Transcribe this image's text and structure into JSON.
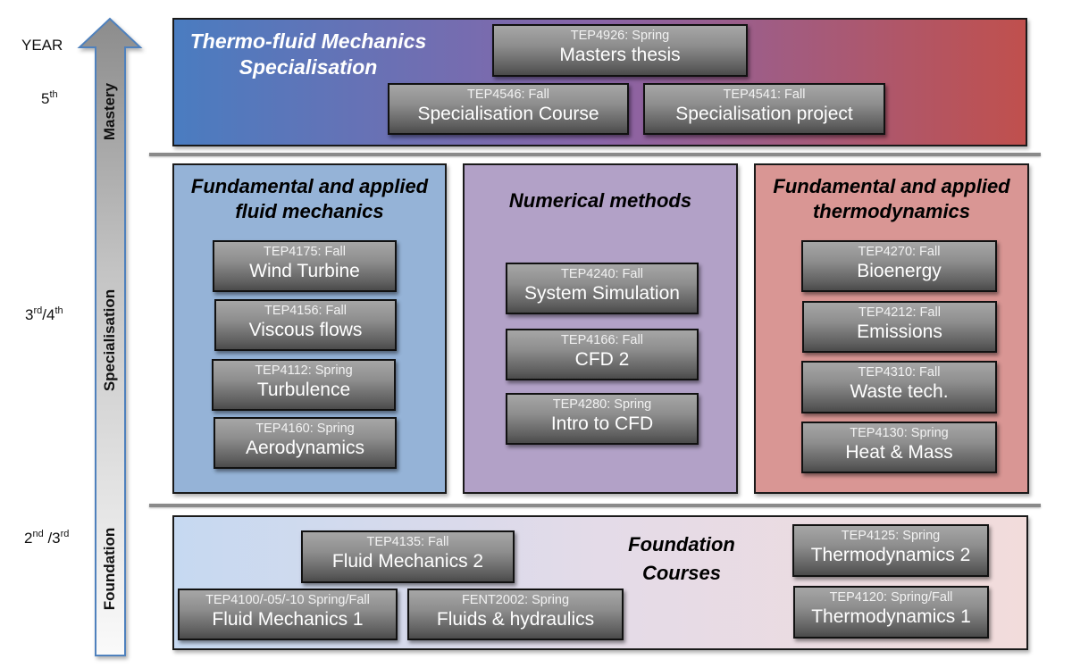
{
  "year_axis": {
    "title": "YEAR",
    "levels": [
      {
        "year": "5",
        "year_sup": "th",
        "stage": "Mastery"
      },
      {
        "year": "3",
        "year_sup": "rd",
        "year2": "/4",
        "year2_sup": "th",
        "stage": "Specialisation"
      },
      {
        "year": "2",
        "year_sup": "nd",
        "year2": " /3",
        "year2_sup": "rd",
        "stage": "Foundation"
      }
    ]
  },
  "colors": {
    "mastery_gradient": [
      "#4a7cc0",
      "#8a65a8",
      "#c0504d"
    ],
    "fluid_panel": "#95b3d7",
    "numerical_panel": "#b2a1c7",
    "thermo_panel": "#d99694",
    "foundation_gradient": [
      "#c6d9f1",
      "#f2dcdb"
    ],
    "arrow_border": "#4f81bd"
  },
  "mastery": {
    "title_line1": "Thermo-fluid Mechanics",
    "title_line2": "Specialisation",
    "courses": [
      {
        "code": "TEP4926: Spring",
        "name": "Masters thesis"
      },
      {
        "code": "TEP4546: Fall",
        "name": "Specialisation Course"
      },
      {
        "code": "TEP4541: Fall",
        "name": "Specialisation project"
      }
    ]
  },
  "specialisation": {
    "fluid": {
      "title_line1": "Fundamental and applied",
      "title_line2": "fluid mechanics",
      "courses": [
        {
          "code": "TEP4175: Fall",
          "name": "Wind Turbine"
        },
        {
          "code": "TEP4156: Fall",
          "name": "Viscous flows"
        },
        {
          "code": "TEP4112: Spring",
          "name": "Turbulence"
        },
        {
          "code": "TEP4160: Spring",
          "name": "Aerodynamics"
        }
      ]
    },
    "numerical": {
      "title": "Numerical methods",
      "courses": [
        {
          "code": "TEP4240: Fall",
          "name": "System Simulation"
        },
        {
          "code": "TEP4166: Fall",
          "name": "CFD 2"
        },
        {
          "code": "TEP4280: Spring",
          "name": "Intro to CFD"
        }
      ]
    },
    "thermo": {
      "title_line1": "Fundamental and applied",
      "title_line2": "thermodynamics",
      "courses": [
        {
          "code": "TEP4270: Fall",
          "name": "Bioenergy"
        },
        {
          "code": "TEP4212: Fall",
          "name": "Emissions"
        },
        {
          "code": "TEP4310: Fall",
          "name": "Waste tech."
        },
        {
          "code": "TEP4130: Spring",
          "name": "Heat & Mass"
        }
      ]
    }
  },
  "foundation": {
    "title_line1": "Foundation",
    "title_line2": "Courses",
    "courses": [
      {
        "code": "TEP4135: Fall",
        "name": "Fluid Mechanics 2"
      },
      {
        "code": "TEP4100/-05/-10 Spring/Fall",
        "name": "Fluid Mechanics 1"
      },
      {
        "code": "FENT2002: Spring",
        "name": "Fluids & hydraulics"
      },
      {
        "code": "TEP4125: Spring",
        "name": "Thermodynamics 2"
      },
      {
        "code": "TEP4120: Spring/Fall",
        "name": "Thermodynamics 1"
      }
    ]
  }
}
